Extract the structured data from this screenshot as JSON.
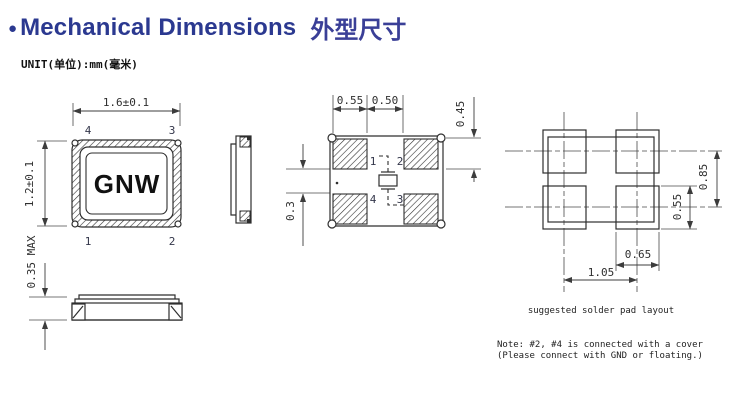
{
  "header": {
    "bullet": "●",
    "title_en": "Mechanical Dimensions",
    "title_cn": "外型尺寸",
    "unit_label": "UNIT(单位):mm(毫米)"
  },
  "colors": {
    "title_navy": "#2b3990",
    "line": "#2e2e2e",
    "dim_text": "#2f2f2f"
  },
  "top_view": {
    "marking": "GNW",
    "dim_width": "1.6±0.1",
    "dim_height": "1.2±0.1",
    "dim_thickness": "0.35 MAX",
    "pin_top_left": "4",
    "pin_top_right": "3",
    "pin_bottom_left": "1",
    "pin_bottom_right": "2"
  },
  "bottom_view": {
    "dim_pad_width": "0.55",
    "dim_pad_gap": "0.50",
    "dim_pad_height": "0.45",
    "dim_pad_vgap": "0.3",
    "pin1": "1",
    "pin2": "2",
    "pin3": "3",
    "pin4": "4"
  },
  "pad_layout": {
    "dim_row_pitch": "0.85",
    "dim_pad_height": "0.55",
    "dim_pad_width": "0.65",
    "dim_col_pitch": "1.05",
    "caption": "suggested solder pad layout"
  },
  "note": {
    "line1": "Note: #2, #4 is connected with a cover",
    "line2": "(Please connect with GND or floating.)"
  }
}
